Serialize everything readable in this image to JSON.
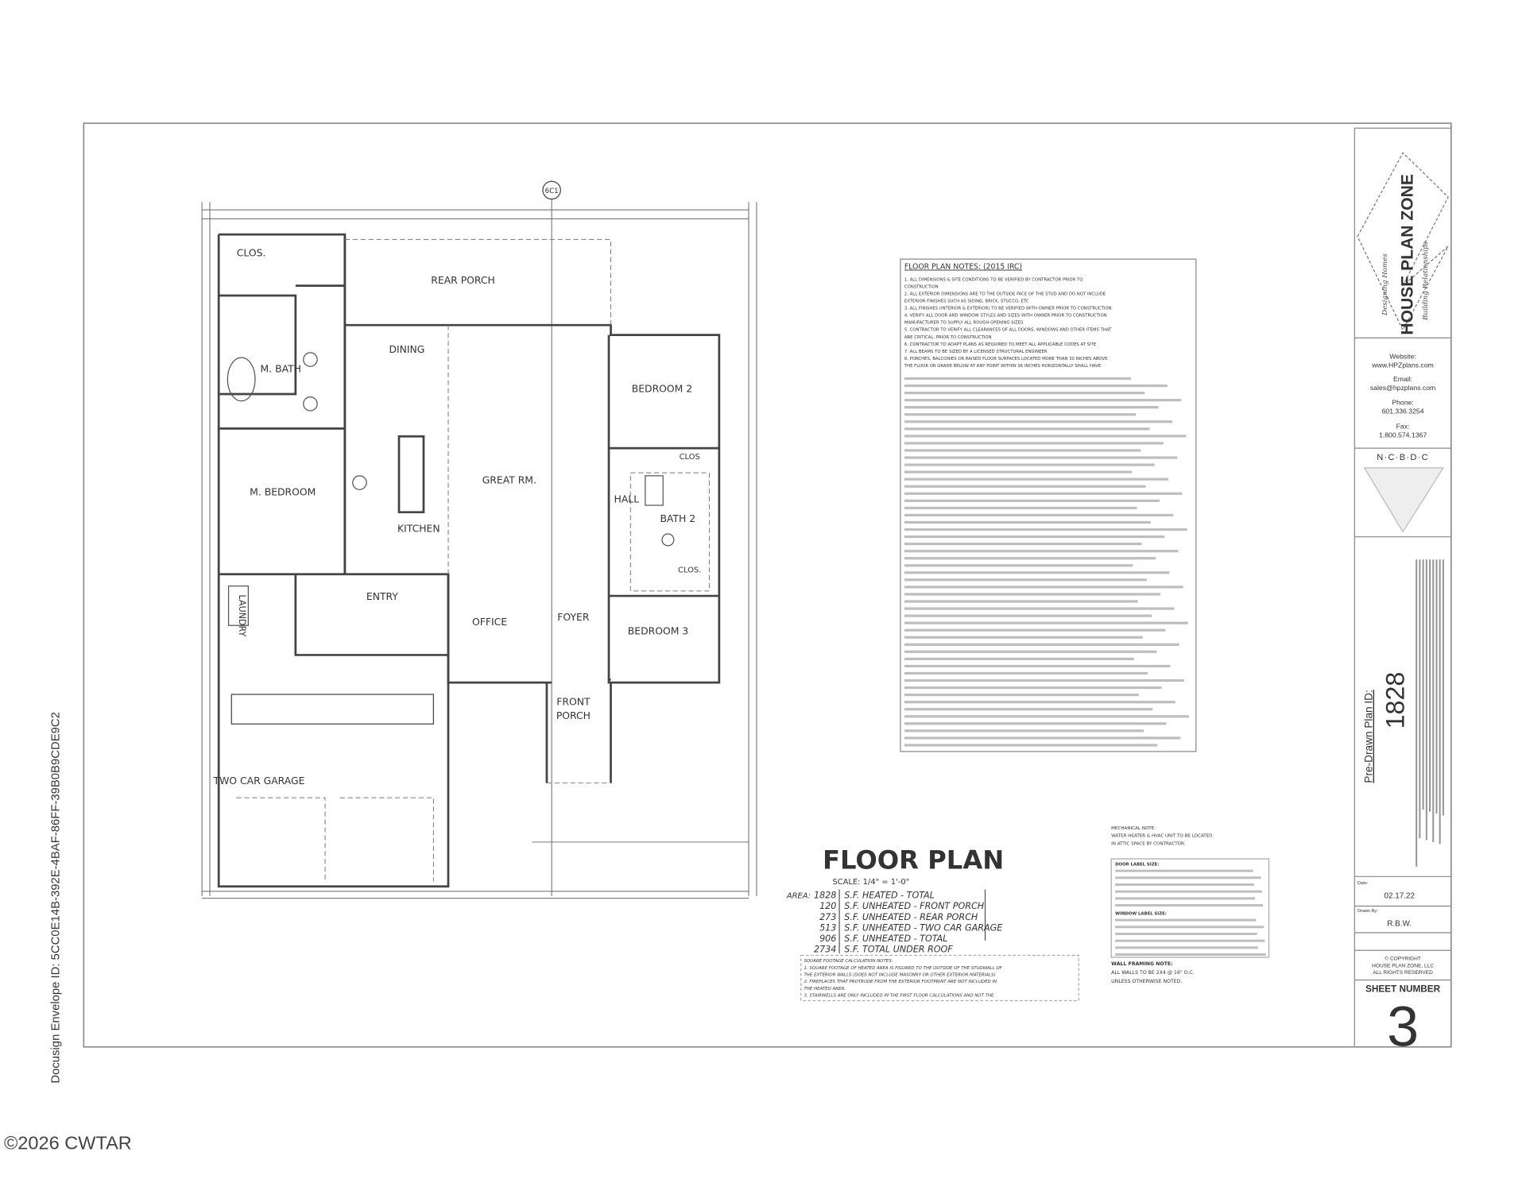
{
  "watermark": {
    "envelope": "Docusign Envelope ID: 5CC0E14B-392E-4BAF-86FF-39B0B9CDE9C2",
    "copyright": "©2026 CWTAR"
  },
  "plan": {
    "rooms": {
      "clos_master": "CLOS.",
      "rear_porch": "REAR PORCH",
      "dining": "DINING",
      "m_bath": "M. BATH",
      "bedroom2": "BEDROOM 2",
      "great_rm": "GREAT RM.",
      "m_bedroom": "M. BEDROOM",
      "hall": "HALL",
      "bath2": "BATH 2",
      "kitchen": "KITCHEN",
      "clos_b2": "CLOS",
      "clos_hall": "CLOS.",
      "entry": "ENTRY",
      "laundry": "LAUNDRY",
      "office": "OFFICE",
      "foyer": "FOYER",
      "bedroom3": "BEDROOM 3",
      "front_porch_1": "FRONT",
      "front_porch_2": "PORCH",
      "garage": "TWO CAR GARAGE"
    },
    "section_marker": "6C1",
    "title": "FLOOR PLAN",
    "scale": "SCALE: 1/4\" = 1'-0\"",
    "area_label": "AREA:",
    "areas": [
      {
        "value": "1828",
        "desc": "S.F. HEATED - TOTAL"
      },
      {
        "value": "120",
        "desc": "S.F. UNHEATED - FRONT PORCH"
      },
      {
        "value": "273",
        "desc": "S.F. UNHEATED - REAR PORCH"
      },
      {
        "value": "513",
        "desc": "S.F. UNHEATED - TWO CAR GARAGE"
      },
      {
        "value": "906",
        "desc": "S.F. UNHEATED - TOTAL"
      },
      {
        "value": "2734",
        "desc": "S.F. TOTAL UNDER ROOF"
      }
    ],
    "sqft_notes": [
      "SQUARE FOOTAGE CALCULATION NOTES:",
      "1. SQUARE FOOTAGE OF HEATED AREA IS FIGURED TO THE OUTSIDE OF THE STUDWALL OF",
      "THE EXTERIOR WALLS (DOES NOT INCLUDE MASONRY OR OTHER EXTERIOR MATERIALS)",
      "2. FIREPLACES THAT PROTRUDE FROM THE EXTERIOR FOOTPRINT ARE NOT INCLUDED IN",
      "THE HEATED AREA.",
      "3. STAIRWELLS ARE ONLY INCLUDED IN THE FIRST FLOOR CALCULATIONS AND NOT THE"
    ]
  },
  "notes": {
    "title": "FLOOR PLAN NOTES: (2015 IRC)",
    "lines": [
      "1. ALL DIMENSIONS & SITE CONDITIONS TO BE VERIFIED BY CONTRACTOR PRIOR TO",
      "CONSTRUCTION",
      "2. ALL EXTERIOR DIMENSIONS ARE TO THE OUTSIDE FACE OF THE STUD AND DO NOT INCLUDE",
      "EXTERIOR FINISHES SUCH AS SIDING, BRICK, STUCCO, ETC",
      "3. ALL FINISHES (INTERIOR & EXTERIOR) TO BE VERIFIED WITH OWNER PRIOR TO CONSTRUCTION.",
      "4. VERIFY ALL DOOR AND WINDOW STYLES AND SIZES WITH OWNER PRIOR TO CONSTRUCTION",
      "MANUFACTURER TO SUPPLY ALL ROUGH OPENING SIZES",
      "5. CONTRACTOR TO VERIFY ALL CLEARANCES OF ALL DOORS, WINDOWS AND OTHER ITEMS THAT",
      "ARE CRITICAL, PRIOR TO CONSTRUCTION",
      "6. CONTRACTOR TO ADAPT PLANS AS REQUIRED TO MEET ALL APPLICABLE CODES AT SITE",
      "7. ALL BEAMS TO BE SIZED BY A LICENSED STRUCTURAL ENGINEER",
      "8. PORCHES, BALCONIES OR RAISED FLOOR SURFACES LOCATED MORE THAN 30 INCHES ABOVE",
      "THE FLOOR OR GRADE BELOW AT ANY POINT WITHIN 36 INCHES HORIZONTALLY SHALL HAVE"
    ],
    "mechanical_title": "MECHANICAL NOTE:",
    "mechanical_lines": [
      "WATER HEATER & HVAC UNIT TO BE LOCATED",
      "IN ATTIC SPACE BY CONTRACTOR."
    ],
    "door_label_title": "DOOR LABEL SIZE:",
    "window_label_title": "WINDOW LABEL SIZE:",
    "framing_title": "WALL FRAMING NOTE:",
    "framing_lines": [
      "ALL WALLS TO BE 2X4 @ 16\" O.C.",
      "UNLESS OTHERWISE NOTED."
    ]
  },
  "title_block": {
    "logo": "HOUSE PLAN ZONE",
    "logo_tag1": "Designing Homes",
    "logo_tag2": "Building Relationships",
    "website_label": "Website:",
    "website": "www.HPZplans.com",
    "email_label": "Email:",
    "email": "sales@hpzplans.com",
    "phone_label": "Phone:",
    "phone": "601.336.3254",
    "fax_label": "Fax:",
    "fax": "1.800.574.1367",
    "ncbdc": "N·C·B·D·C",
    "plan_id_label": "Pre-Drawn Plan ID:",
    "plan_id": "1828",
    "date_label": "Date:",
    "date": "02.17.22",
    "drawn_label": "Drawn By:",
    "drawn_by": "R.B.W.",
    "copyright": [
      "© COPYRIGHT",
      "HOUSE PLAN ZONE, LLC",
      "ALL RIGHTS RESERVED"
    ],
    "sheet_label": "SHEET NUMBER",
    "sheet_number": "3"
  }
}
